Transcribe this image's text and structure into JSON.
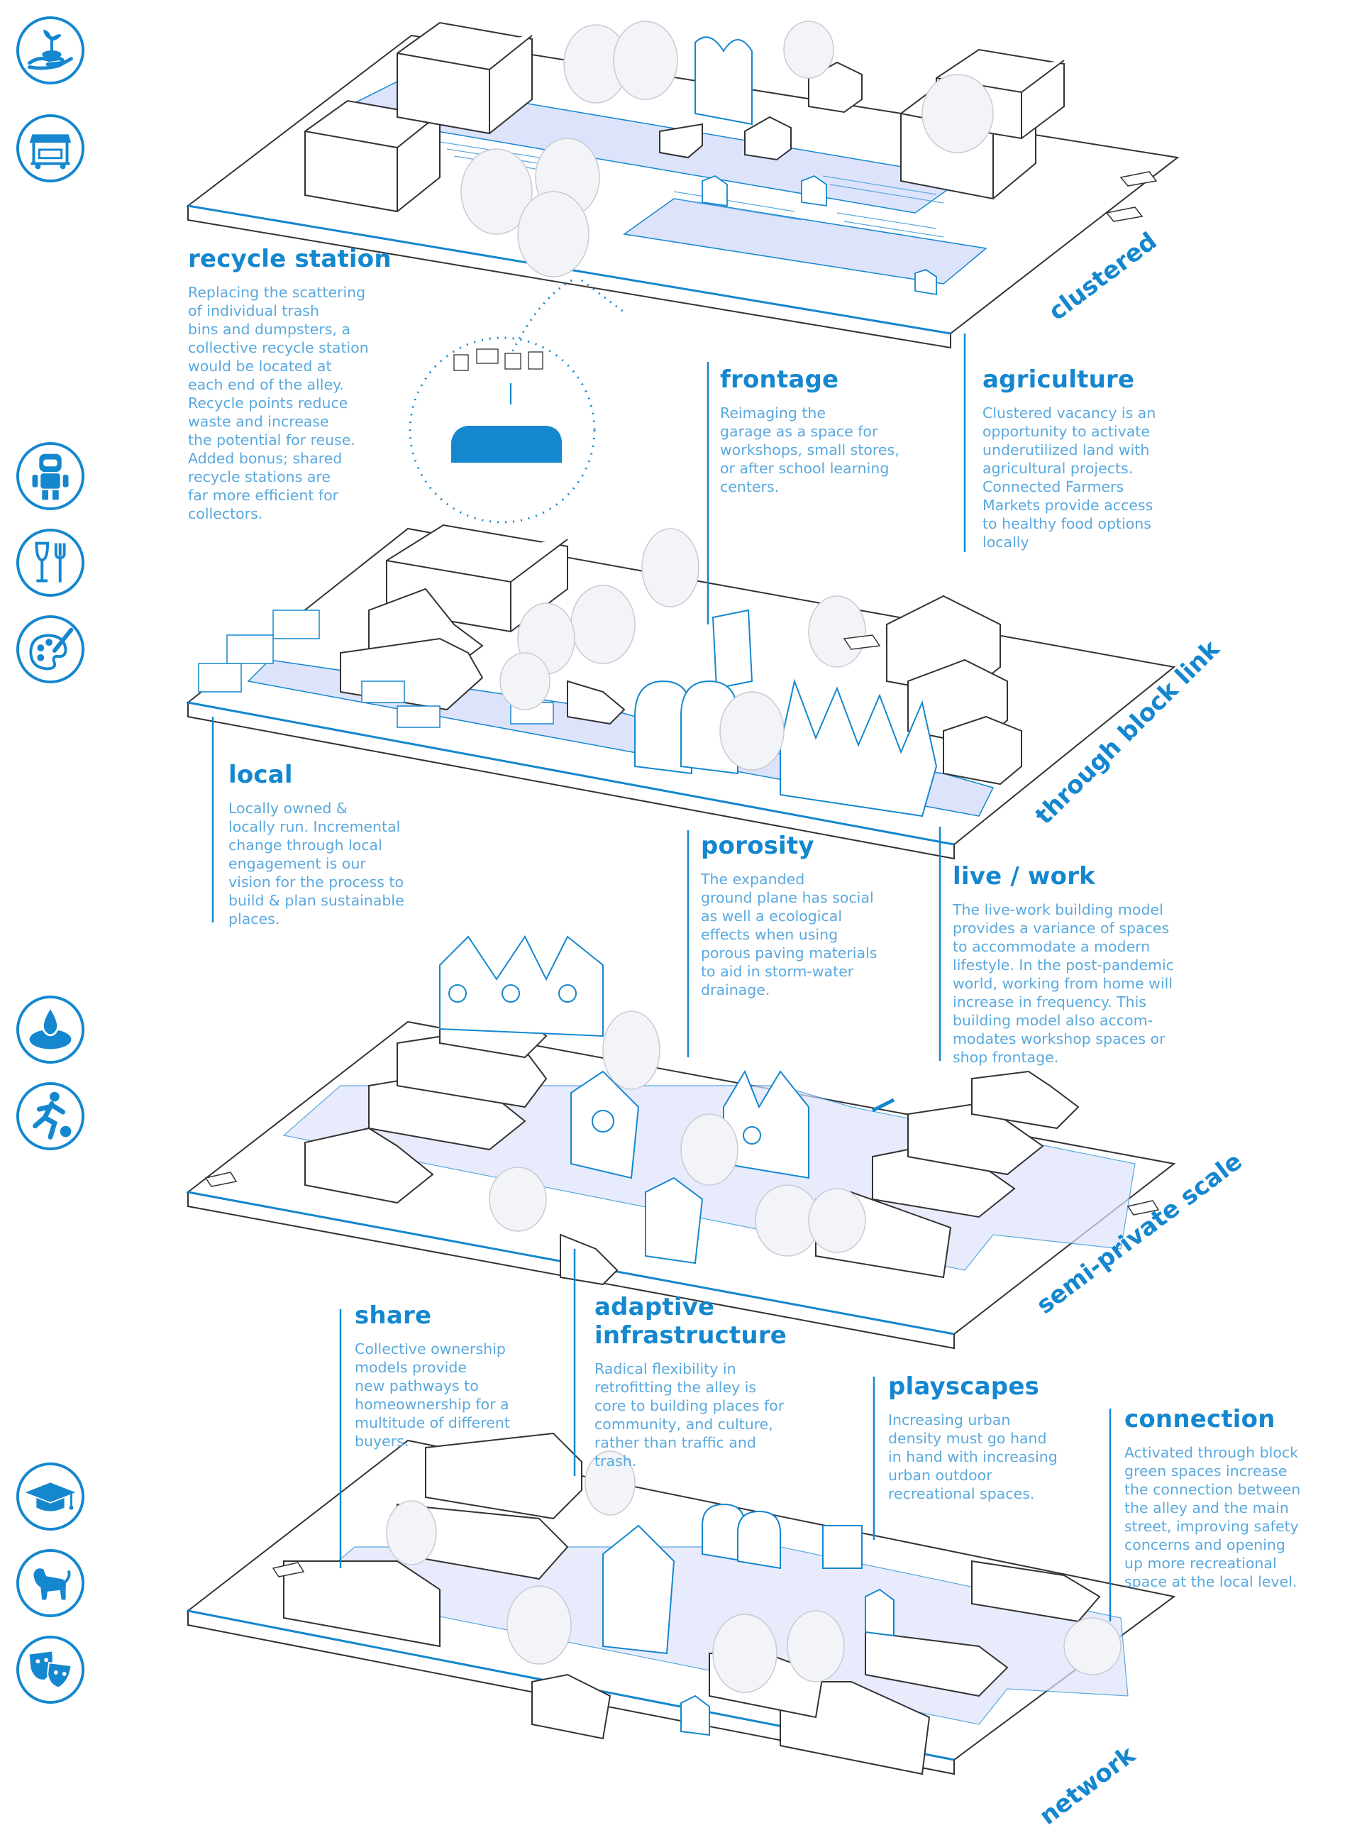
{
  "colors": {
    "accent": "#1487cf",
    "body_text": "#5aa9de",
    "tint": "#dde3fb",
    "line": "#333333",
    "tree": "#eef0f6"
  },
  "icons": [
    "hand-sprout-icon",
    "market-stall-icon",
    "robot-icon",
    "fork-glass-icon",
    "palette-icon",
    "water-drop-icon",
    "runner-icon",
    "graduation-cap-icon",
    "dog-icon",
    "theater-masks-icon"
  ],
  "scales": {
    "clustered": "clustered",
    "through_block_link": "through block link",
    "semi_private": "semi-private scale",
    "network": "network"
  },
  "recycle_station": {
    "title": "recycle station",
    "body": "Replacing the scattering\nof individual trash\nbins and dumpsters, a\ncollective recycle station\nwould be located at\neach end of the alley.\nRecycle points reduce\nwaste and increase\nthe potential for reuse.\nAdded bonus; shared\nrecycle stations are\nfar more efficient for\ncollectors."
  },
  "frontage": {
    "title": "frontage",
    "body": "Reimaging the\ngarage as a space for\nworkshops, small stores,\nor after school learning\ncenters."
  },
  "agriculture": {
    "title": "agriculture",
    "body": "Clustered vacancy is an\nopportunity to activate\nunderutilized land with\nagricultural projects.\nConnected Farmers\nMarkets provide access\nto healthy food options\nlocally"
  },
  "local": {
    "title": "local",
    "body": "Locally owned &\nlocally run. Incremental\nchange through local\nengagement is our\nvision for the process to\nbuild & plan sustainable\nplaces."
  },
  "porosity": {
    "title": "porosity",
    "body": "The expanded\nground plane has social\nas well a ecological\neffects when using\nporous paving materials\nto aid in storm-water\ndrainage."
  },
  "live_work": {
    "title": "live / work",
    "body": "The live-work building model\nprovides a variance of spaces\nto accommodate a modern\nlifestyle. In the post-pandemic\nworld, working from home will\nincrease in frequency. This\nbuilding model also accom-\nmodates workshop spaces or\nshop frontage."
  },
  "share": {
    "title": "share",
    "body": "Collective ownership\nmodels provide\nnew pathways to\nhomeownership for a\nmultitude of different\nbuyers."
  },
  "adaptive": {
    "title": "adaptive\ninfrastructure",
    "body": "Radical flexibility in\nretrofitting the alley is\ncore to building places for\ncommunity, and culture,\nrather than traffic and\ntrash."
  },
  "playscapes": {
    "title": "playscapes",
    "body": "Increasing urban\ndensity must go hand\nin hand with increasing\nurban outdoor\nrecreational spaces."
  },
  "connection": {
    "title": "connection",
    "body": "Activated through block\ngreen spaces increase\nthe connection between\nthe alley and the main\nstreet, improving safety\nconcerns and opening\nup more recreational\nspace at the local level."
  }
}
